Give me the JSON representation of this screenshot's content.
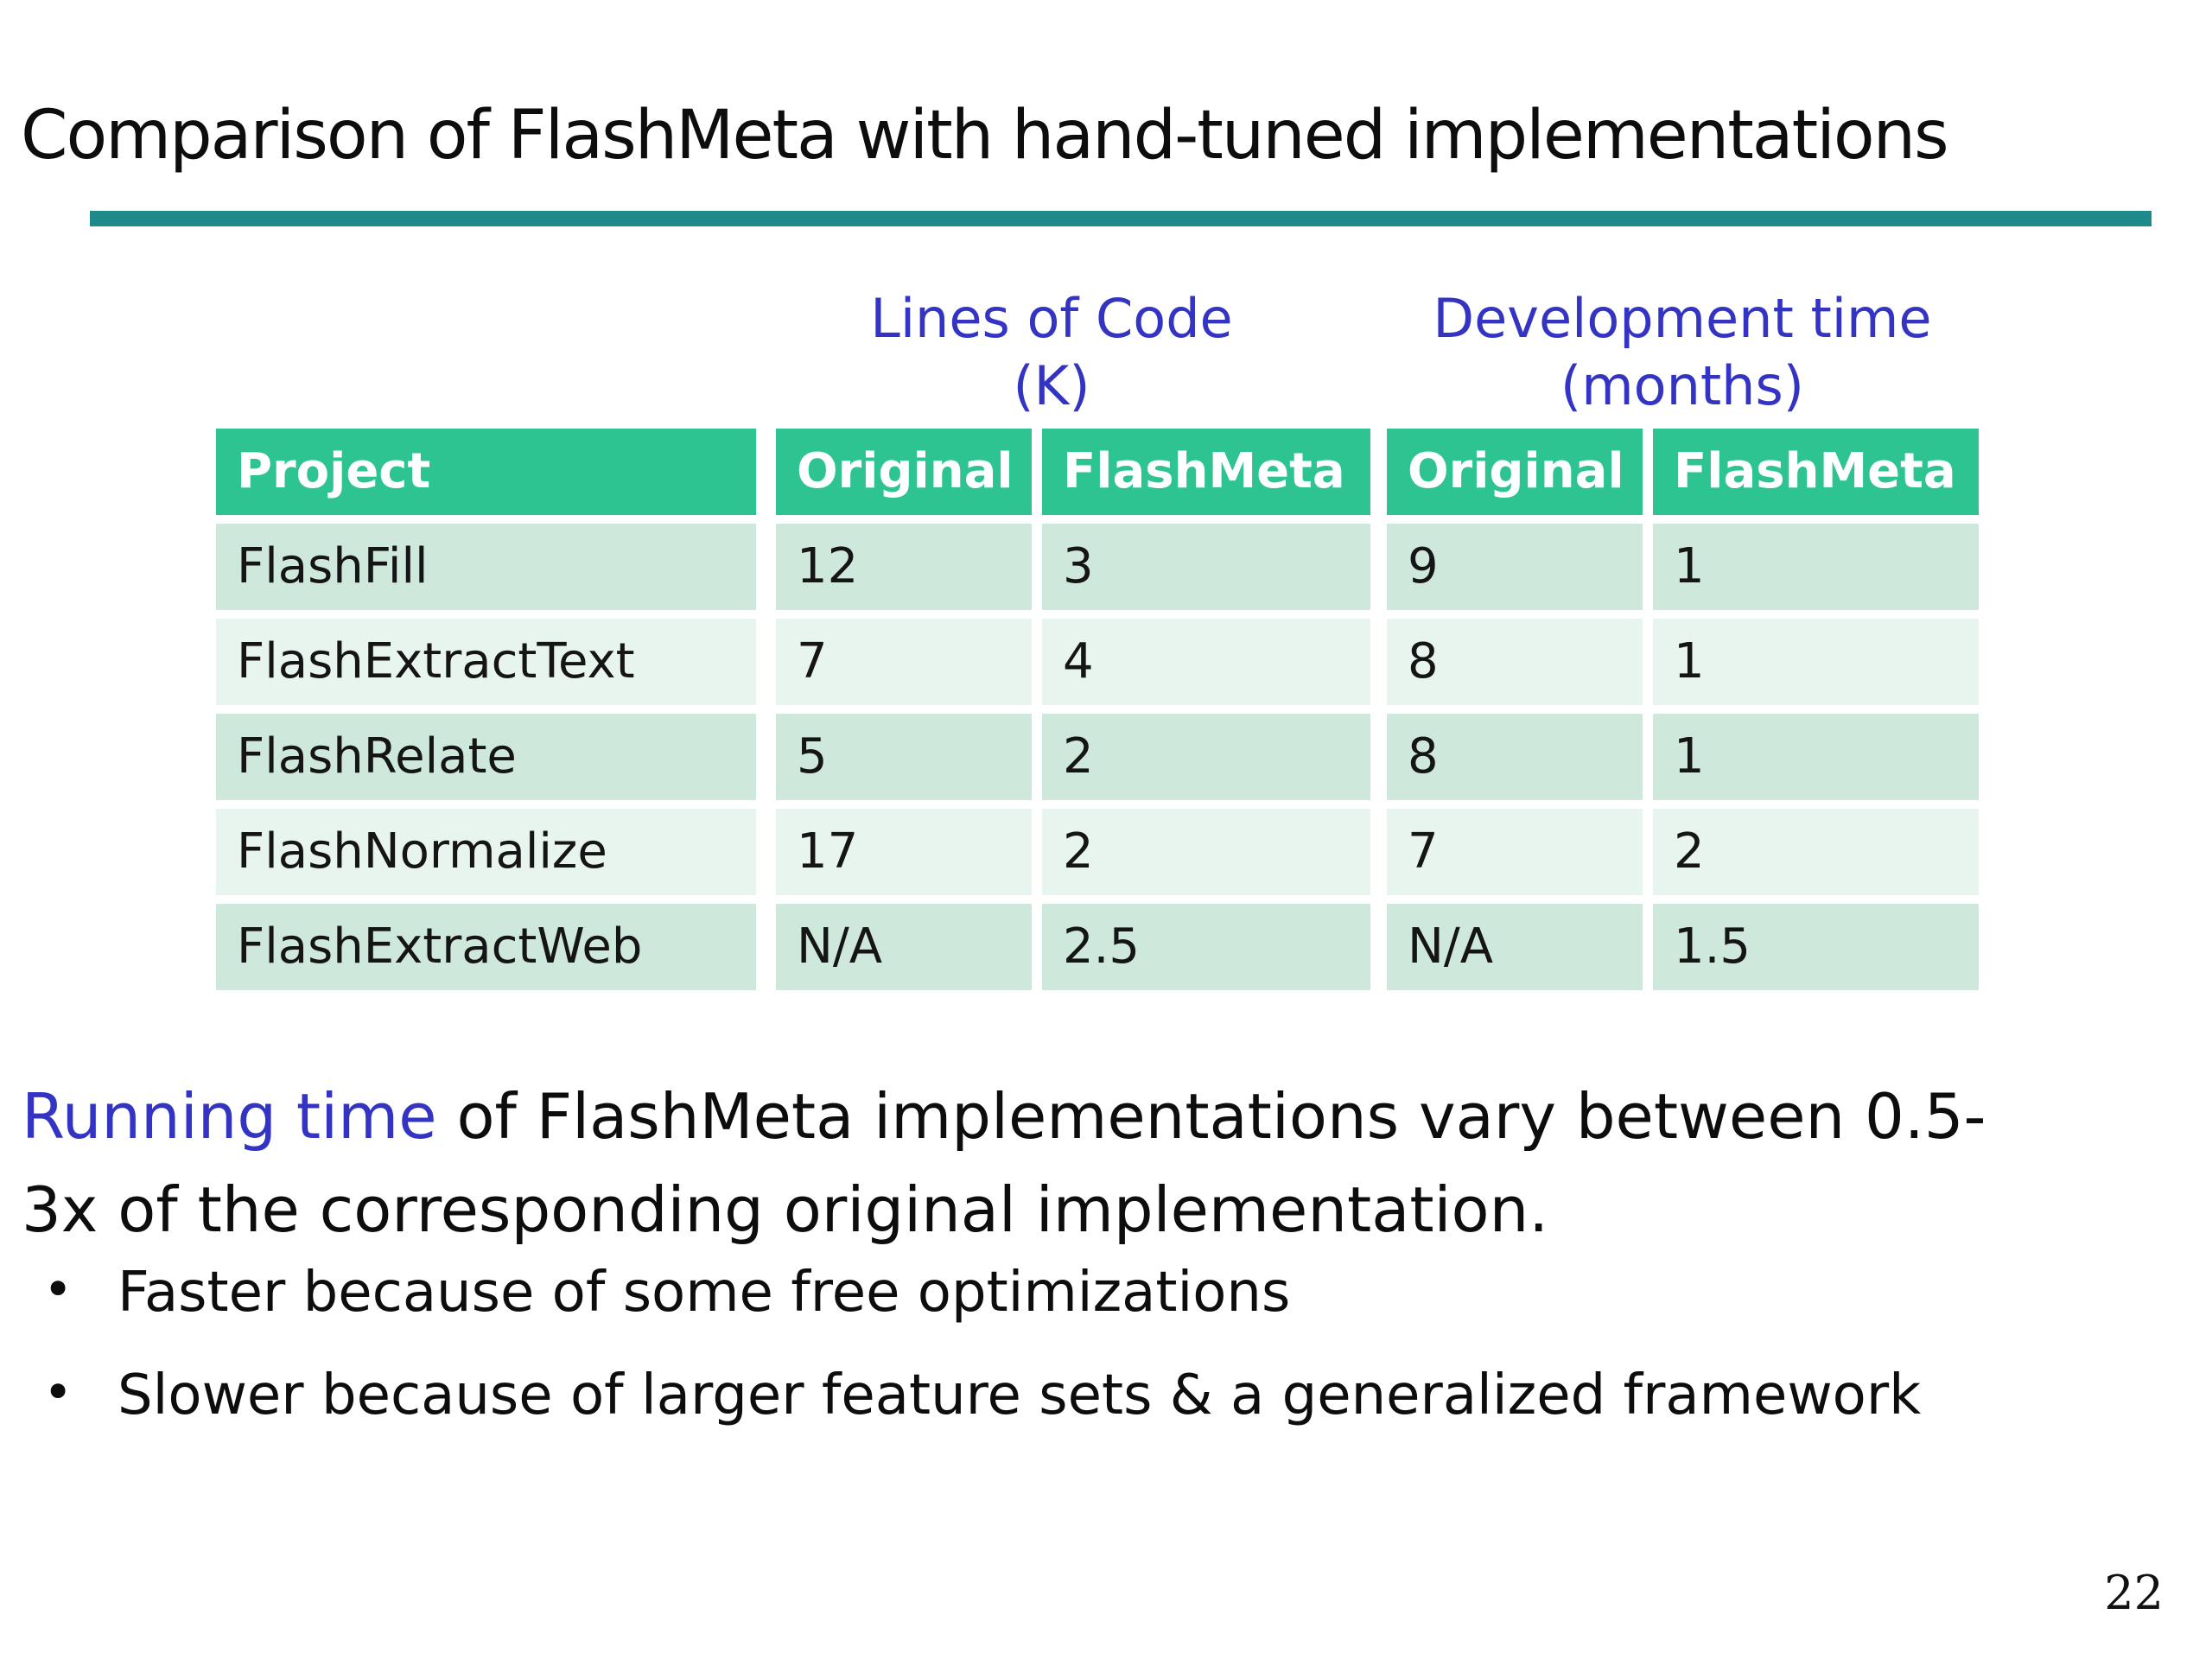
{
  "slide": {
    "title": "Comparison of FlashMeta with hand-tuned implementations",
    "page_number": "22",
    "colors": {
      "divider_teal": "#1e8a8a",
      "accent_blue": "#3434c4",
      "header_green": "#2ec492",
      "row_green_dark": "#cee9dc",
      "row_green_light": "#e8f4ee"
    }
  },
  "table": {
    "group_headers": {
      "lines_of_code": {
        "line1": "Lines of Code",
        "line2": "(K)"
      },
      "development_time": {
        "line1": "Development time",
        "line2": "(months)"
      }
    },
    "columns": {
      "project": "Project",
      "loc_original": "Original",
      "loc_flashmeta": "FlashMeta",
      "dev_original": "Original",
      "dev_flashmeta": "FlashMeta"
    },
    "rows": [
      {
        "project": "FlashFill",
        "loc_original": "12",
        "loc_flashmeta": "3",
        "dev_original": "9",
        "dev_flashmeta": "1"
      },
      {
        "project": "FlashExtractText",
        "loc_original": "7",
        "loc_flashmeta": "4",
        "dev_original": "8",
        "dev_flashmeta": "1"
      },
      {
        "project": "FlashRelate",
        "loc_original": "5",
        "loc_flashmeta": "2",
        "dev_original": "8",
        "dev_flashmeta": "1"
      },
      {
        "project": "FlashNormalize",
        "loc_original": "17",
        "loc_flashmeta": "2",
        "dev_original": "7",
        "dev_flashmeta": "2"
      },
      {
        "project": "FlashExtractWeb",
        "loc_original": "N/A",
        "loc_flashmeta": "2.5",
        "dev_original": "N/A",
        "dev_flashmeta": "1.5"
      }
    ]
  },
  "body": {
    "line1_highlight": "Running time",
    "line1_rest": " of FlashMeta implementations vary between 0.5-",
    "line2": "3x of the corresponding original implementation.",
    "bullets": [
      "Faster because of some free optimizations",
      "Slower because of larger feature sets & a generalized framework"
    ]
  }
}
